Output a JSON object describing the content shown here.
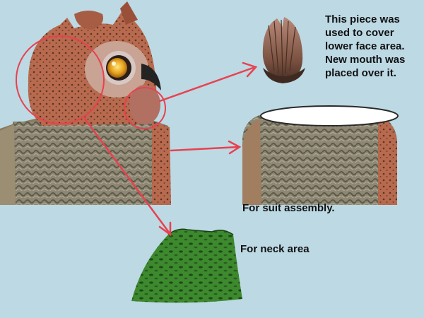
{
  "captions": {
    "feather_piece": [
      "This piece was",
      "used to cover",
      "lower face area.",
      "New mouth was",
      "placed over it."
    ],
    "suit_assembly": "For suit assembly.",
    "neck_area": "For neck area"
  },
  "colors": {
    "background": "#bcd9e4",
    "callout": "#e8414f",
    "owl_body": "#b86a4e",
    "neck_green": "#3d8a2e",
    "caption_text": "#111111"
  },
  "icons": {
    "owl": "owl-decoy-photo",
    "feather": "feather-cluster-photo",
    "body": "owl-body-cutout-photo",
    "neck": "green-neck-fabric-photo"
  }
}
